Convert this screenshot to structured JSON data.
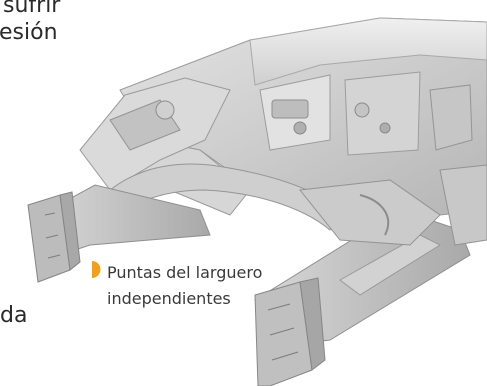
{
  "text_fragments": {
    "line_1": "sufrir",
    "line_2": "esión",
    "line_3": "da"
  },
  "callout": {
    "line_1": "Puntas del larguero",
    "line_2": "independientes",
    "marker_color": "#f0a020"
  },
  "illustration": {
    "subject": "vehicle front frame rails structure",
    "palette": [
      "#c9c9c9",
      "#dcdcdc",
      "#a5a5a5",
      "#eeeeee"
    ]
  }
}
